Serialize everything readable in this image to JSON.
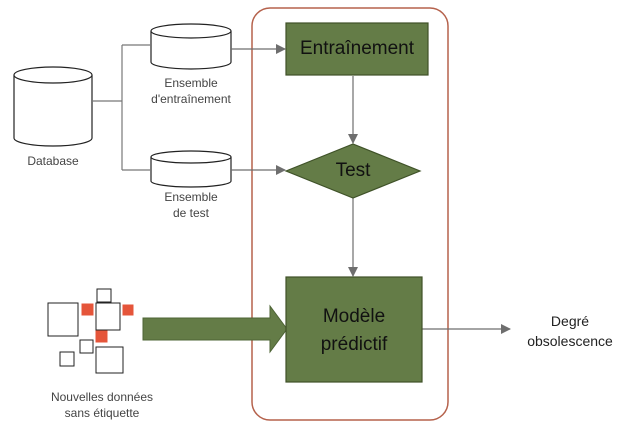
{
  "database": {
    "label": "Database"
  },
  "training_set": {
    "line1": "Ensemble",
    "line2": "d'entraînement"
  },
  "test_set": {
    "line1": "Ensemble",
    "line2": "de test"
  },
  "steps": {
    "training": "Entraînement",
    "test": "Test",
    "model_line1": "Modèle",
    "model_line2": "prédictif"
  },
  "new_data": {
    "line1": "Nouvelles données",
    "line2": "sans étiquette"
  },
  "output": {
    "line1": "Degré",
    "line2": "obsolescence"
  },
  "colors": {
    "box_fill": "#647c47",
    "box_stroke": "#3f5228",
    "frame_stroke": "#b5624c",
    "connector": "#777777",
    "accent_square": "#e5553a"
  }
}
